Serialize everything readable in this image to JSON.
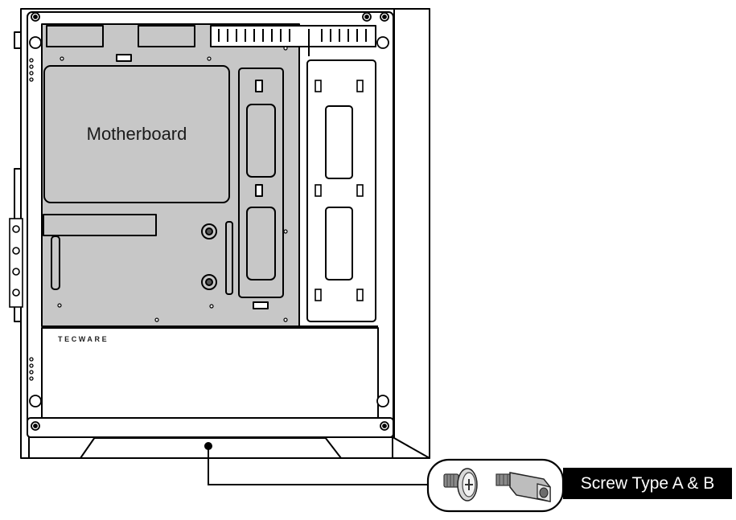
{
  "diagram": {
    "motherboard_label": "Motherboard",
    "brand_label": "TECWARE",
    "callout_label": "Screw Type A & B",
    "colors": {
      "line": "#000000",
      "panel_fill": "#c7c7c7",
      "case_fill": "#ffffff",
      "callout_bg": "#000000",
      "callout_text": "#ffffff"
    },
    "icons": [
      "screw-a-icon",
      "standoff-b-icon"
    ]
  }
}
